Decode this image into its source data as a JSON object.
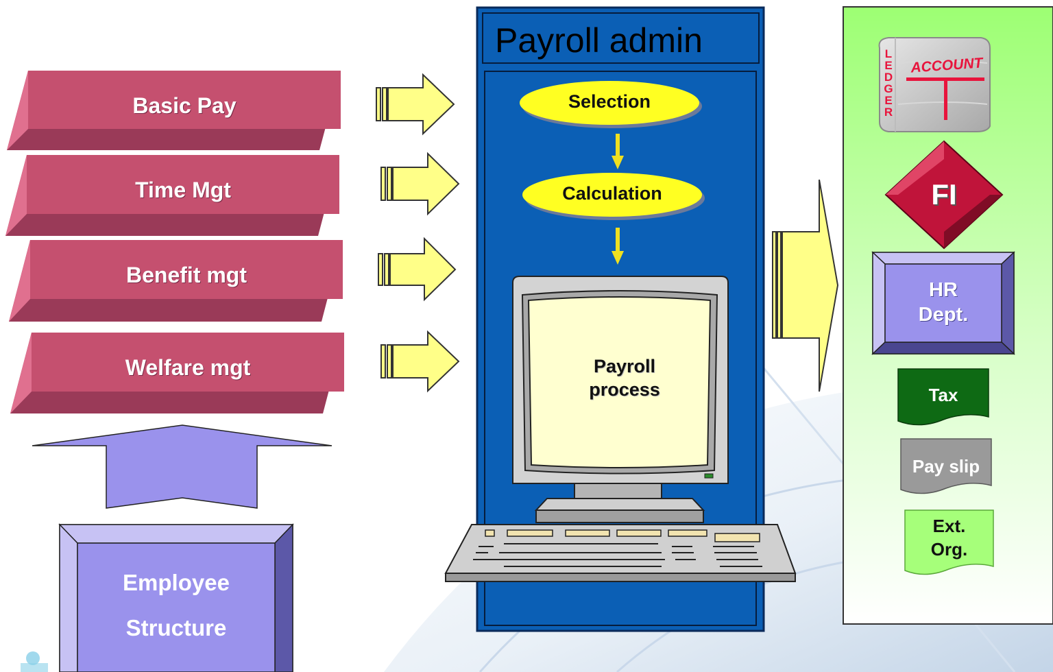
{
  "inputs": [
    {
      "id": "basic-pay",
      "label": "Basic Pay"
    },
    {
      "id": "time-mgt",
      "label": "Time Mgt"
    },
    {
      "id": "benefit-mgt",
      "label": "Benefit mgt"
    },
    {
      "id": "welfare-mgt",
      "label": "Welfare mgt"
    }
  ],
  "employee_structure": {
    "line1": "Employee",
    "line2": "Structure"
  },
  "payroll_admin": {
    "title": "Payroll admin",
    "steps": [
      "Selection",
      "Calculation"
    ],
    "computer_screen": {
      "line1": "Payroll",
      "line2": "process"
    }
  },
  "outputs": {
    "ledger": {
      "side_letters": "LEDGER",
      "label": "ACCOUNT"
    },
    "fi": {
      "label": "FI"
    },
    "hr": {
      "line1": "HR",
      "line2": "Dept."
    },
    "docs": [
      {
        "id": "tax",
        "lines": [
          "Tax"
        ]
      },
      {
        "id": "pay-slip",
        "lines": [
          "Pay slip"
        ]
      },
      {
        "id": "ext-org",
        "lines": [
          "Ext.",
          "Org."
        ]
      }
    ]
  },
  "colors": {
    "pink": "#c5506f",
    "admin_blue": "#0b5fb5",
    "oval_yellow": "#ffff22",
    "arrow_yellow": "#ffff88",
    "purple": "#9a92ec",
    "green_panel": "#9dff73",
    "tax_green": "#0e6a14",
    "pay_slip_gray": "#9a9a9a",
    "ext_org_green": "#a6ff7a",
    "fi_red": "#c0143a"
  }
}
